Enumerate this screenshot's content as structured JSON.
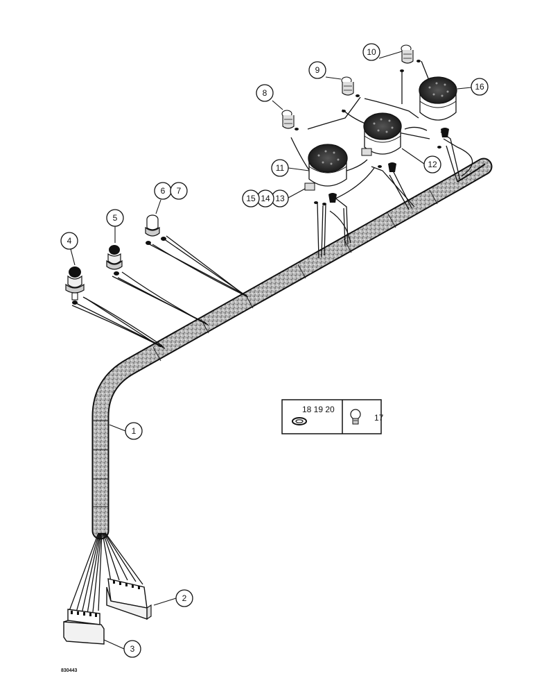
{
  "diagram": {
    "callouts": [
      {
        "id": "c1",
        "label": "1"
      },
      {
        "id": "c2",
        "label": "2"
      },
      {
        "id": "c3",
        "label": "3"
      },
      {
        "id": "c4",
        "label": "4"
      },
      {
        "id": "c5",
        "label": "5"
      },
      {
        "id": "c6",
        "label": "6"
      },
      {
        "id": "c7",
        "label": "7"
      },
      {
        "id": "c8",
        "label": "8"
      },
      {
        "id": "c9",
        "label": "9"
      },
      {
        "id": "c10",
        "label": "10"
      },
      {
        "id": "c11",
        "label": "11"
      },
      {
        "id": "c12",
        "label": "12"
      },
      {
        "id": "c13",
        "label": "13"
      },
      {
        "id": "c14",
        "label": "14"
      },
      {
        "id": "c15",
        "label": "15"
      },
      {
        "id": "c16",
        "label": "16"
      }
    ],
    "inset": {
      "left_label": "18 19 20",
      "right_label": "17"
    },
    "reference_number": "830443"
  }
}
